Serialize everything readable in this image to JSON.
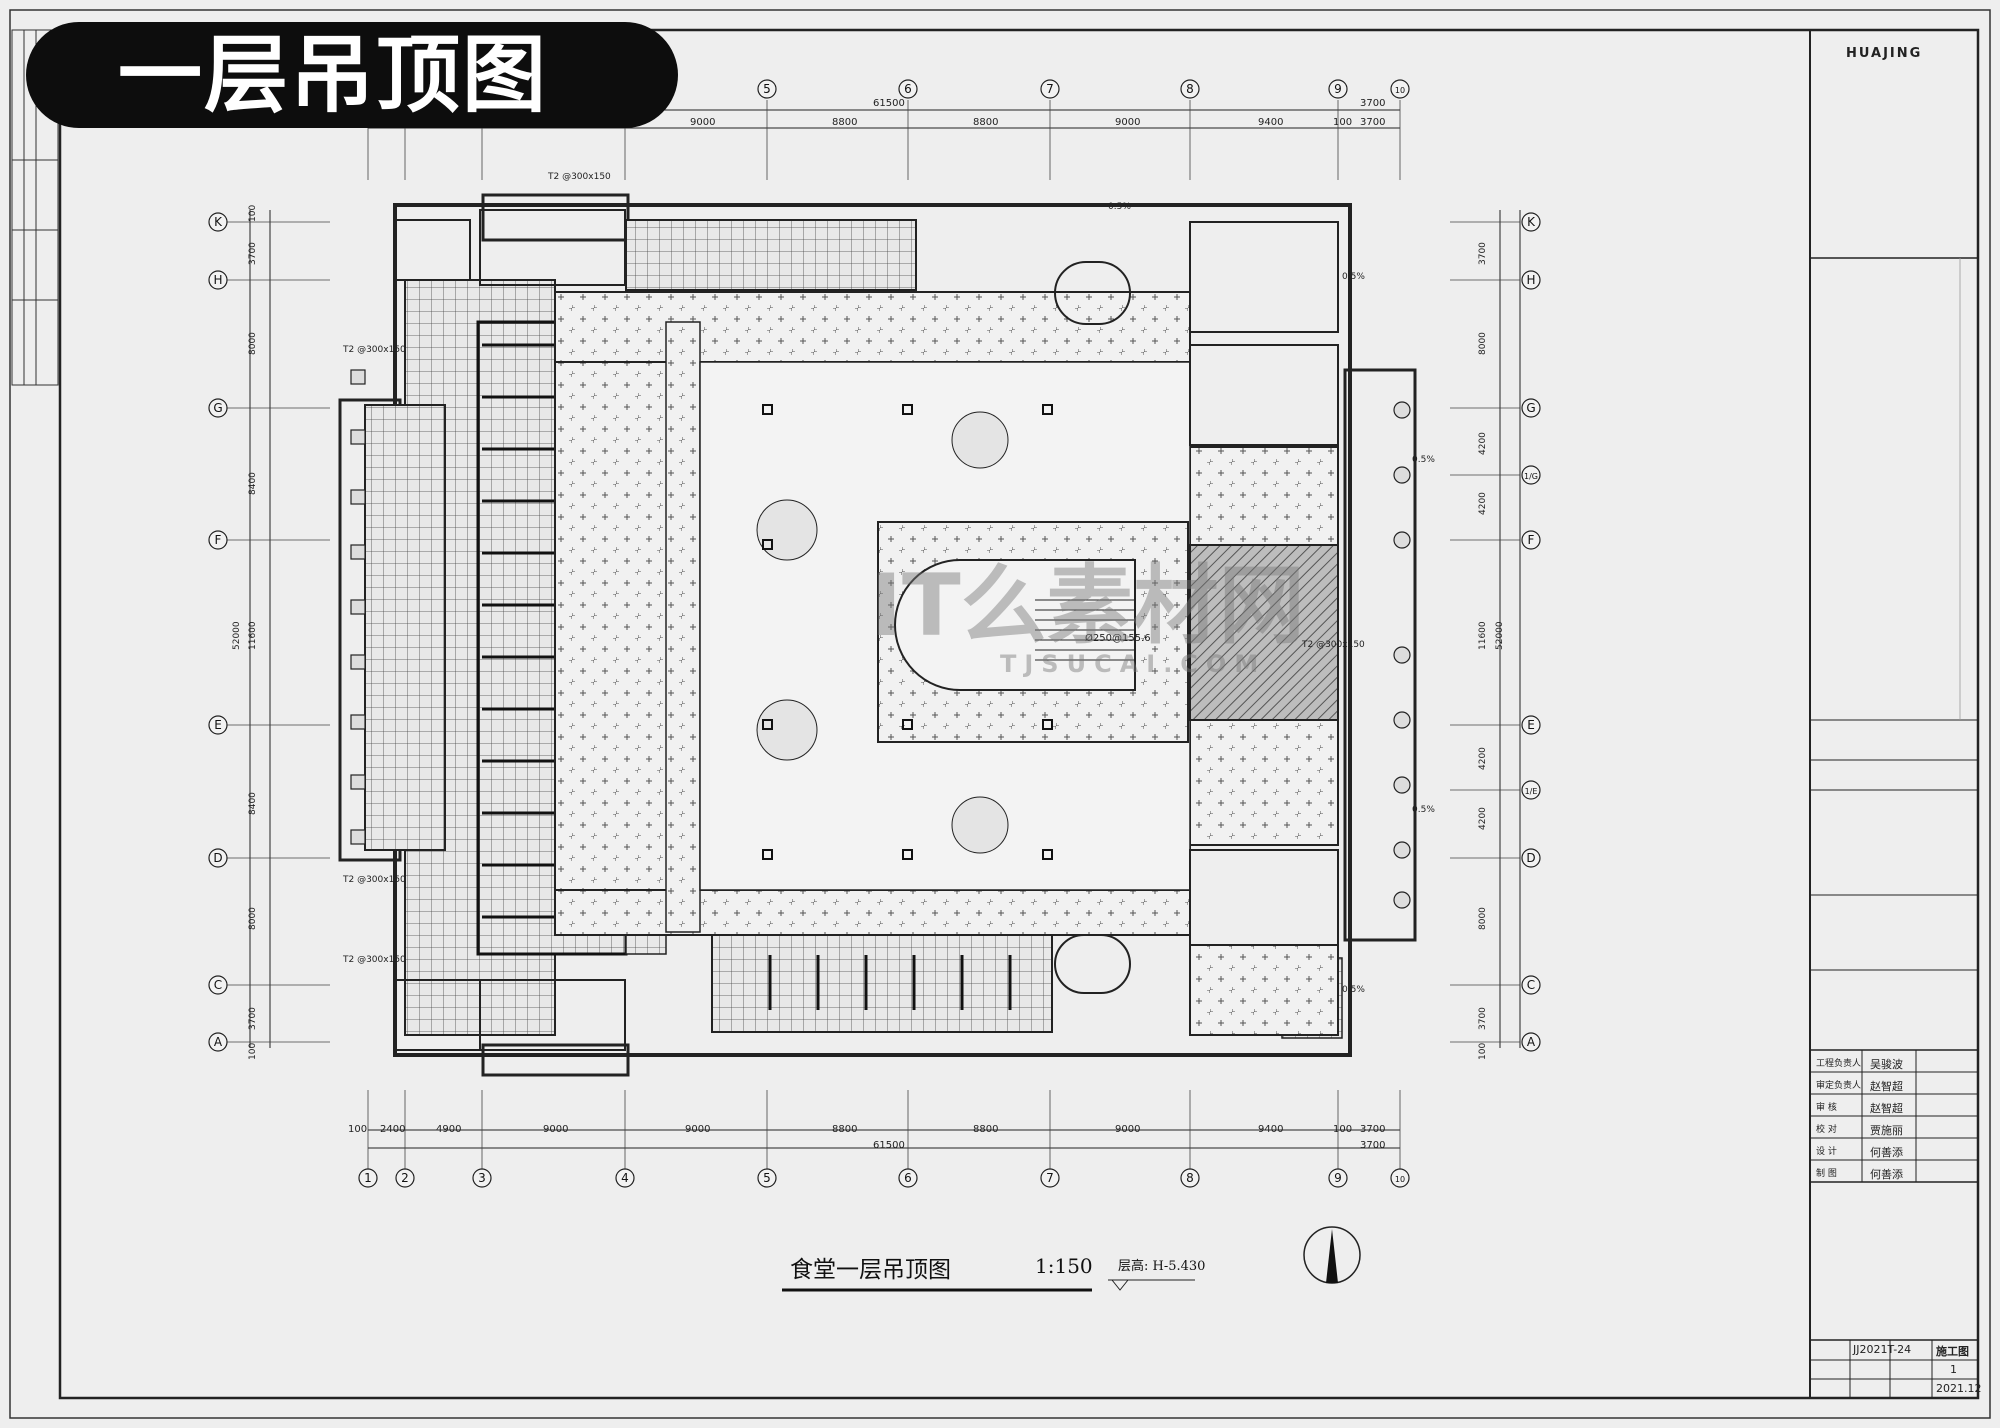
{
  "banner": {
    "title": "一层吊顶图"
  },
  "drawing": {
    "title": "食堂一层吊顶图",
    "scale": "1:150",
    "level": "层高: H-5.430"
  },
  "grid": {
    "top_total": "61500",
    "top_right_total": "3700",
    "top_spans": [
      "9000",
      "8800",
      "8800",
      "9000",
      "9400",
      "100",
      "3700"
    ],
    "bottom_total": "61500",
    "bottom_right_total": "3700",
    "bottom_spans": [
      "100",
      "2400",
      "4900",
      "9000",
      "9000",
      "8800",
      "8800",
      "9000",
      "9400",
      "100",
      "3700"
    ],
    "column_labels": [
      "1",
      "2",
      "3",
      "4",
      "5",
      "6",
      "7",
      "8",
      "9",
      "10"
    ],
    "top_column_labels": [
      "5",
      "6",
      "7",
      "8",
      "9",
      "10"
    ],
    "row_labels": [
      "K",
      "H",
      "G",
      "F",
      "E",
      "D",
      "C",
      "A"
    ],
    "right_row_labels": [
      "K",
      "H",
      "G",
      "1/G",
      "F",
      "E",
      "1/E",
      "D",
      "C",
      "A"
    ],
    "left_dims": [
      "100",
      "3700",
      "8000",
      "8400",
      "11600",
      "8400",
      "8000",
      "3700",
      "100"
    ],
    "left_total": "52000",
    "right_dims": [
      "3700",
      "8000",
      "4200",
      "4200",
      "11600",
      "4200",
      "4200",
      "8000",
      "3700",
      "100"
    ],
    "right_total": "52000"
  },
  "annotations": {
    "t2_labels": [
      "T2 @300x150",
      "T2 @300x150",
      "T2 @300x150",
      "T2 @300x150",
      "T2 @300x150"
    ],
    "slope": [
      "0.5%",
      "0.5%",
      "0.5%",
      "0.5%",
      "0.5%"
    ],
    "ceiling_note": "Ø250@155.6"
  },
  "title_block": {
    "brand": "HUAJING",
    "rows": [
      {
        "role": "工程负责人",
        "name": "吴骏波"
      },
      {
        "role": "审定负责人",
        "name": "赵智超"
      },
      {
        "role": "审 核",
        "name": "赵智超"
      },
      {
        "role": "校 对",
        "name": "贾施丽"
      },
      {
        "role": "设 计",
        "name": "何善添"
      },
      {
        "role": "制 图",
        "name": "何善添"
      }
    ],
    "bottom": {
      "project_no": "JJ2021T-24",
      "phase": "施工图",
      "sheet": "1",
      "date": "2021.12"
    }
  },
  "watermark": {
    "brand": "IT么素材网",
    "domain": "TJSUCAI.COM"
  }
}
